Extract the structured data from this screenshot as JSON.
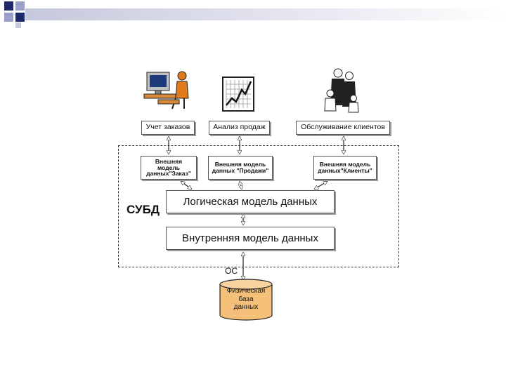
{
  "diagram": {
    "users": [
      {
        "label": "Учет заказов",
        "icon": "person-at-computer-icon"
      },
      {
        "label": "Анализ продаж",
        "icon": "sales-growth-chart-icon"
      },
      {
        "label": "Обслуживание клиентов",
        "icon": "group-of-people-icon"
      }
    ],
    "external_models": [
      {
        "line1": "Внешняя модель",
        "line2": "данных\"Заказ\""
      },
      {
        "line1": "Внешняя модель",
        "line2": "данных \"Продажи\""
      },
      {
        "line1": "Внешняя модель",
        "line2": "данных\"Клиенты\""
      }
    ],
    "dbms_label": "СУБД",
    "logical_model": "Логическая модель данных",
    "internal_model": "Внутренняя модель данных",
    "os_label": "ОС",
    "physical_db": {
      "line1": "Физическая",
      "line2": "база",
      "line3": "данных"
    },
    "colors": {
      "database_fill": "#f5c07a",
      "corner_square_dark": "#1f2a6b",
      "corner_square_light": "#9aa0c8"
    }
  }
}
